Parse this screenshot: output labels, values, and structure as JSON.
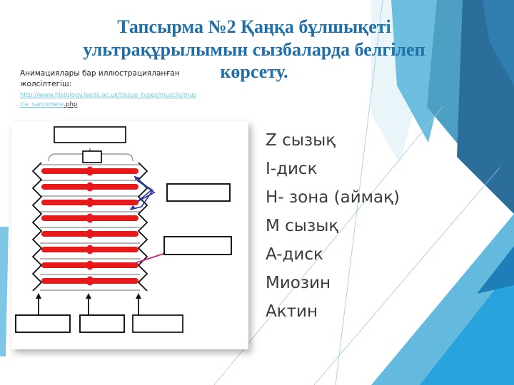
{
  "slide": {
    "title_lines": [
      "Тапсырма №2 Қаңқа бұлшықеті",
      "ультрақұрылымын сызбаларда белгілеп",
      "көрсету."
    ],
    "title_color": "#1F6FA8",
    "background_color": "#FFFFFF"
  },
  "source": {
    "caption_line1": "Анимациялары бар иллюстрацияланған",
    "caption_line2": "жолсілтегіш:",
    "url_part1": "http://www.histology.leeds.ac.uk/tissue_types/muscle/muscle_",
    "url_part2": "sarcomere",
    "url_part3": ".php",
    "link_color": "#6ECAE8"
  },
  "diagram": {
    "name": "sarcomere-ultrastructure-diagram",
    "filament_color": "#E8191B",
    "actin_color": "#8A8A8A",
    "zline_color": "#1A1A1A",
    "blue_arrow_color": "#2B33A0",
    "pink_arrow_color": "#C4247A",
    "box_border_color": "#000000",
    "blank_boxes": [
      {
        "id": "top-box",
        "label": ""
      },
      {
        "id": "sarcomere-box",
        "label": ""
      },
      {
        "id": "right-upper-box",
        "label": ""
      },
      {
        "id": "right-lower-box",
        "label": ""
      },
      {
        "id": "bottom-box-1",
        "label": ""
      },
      {
        "id": "bottom-box-2",
        "label": ""
      },
      {
        "id": "bottom-box-3",
        "label": ""
      }
    ],
    "filament_rows": 8
  },
  "answer_list": {
    "items": [
      "Z сызық",
      "I-диск",
      "H- зона (аймақ)",
      "M сызық",
      "A-диск",
      "Миозин",
      "Актин"
    ],
    "text_color": "#3B3B3B"
  },
  "decor": {
    "light_blue": "#6CBDDE",
    "mid_blue": "#29A3DC",
    "dark_blue": "#2B6E9C",
    "pale_blue": "#CFE8F3",
    "steel_blue": "#4E9FC4"
  }
}
